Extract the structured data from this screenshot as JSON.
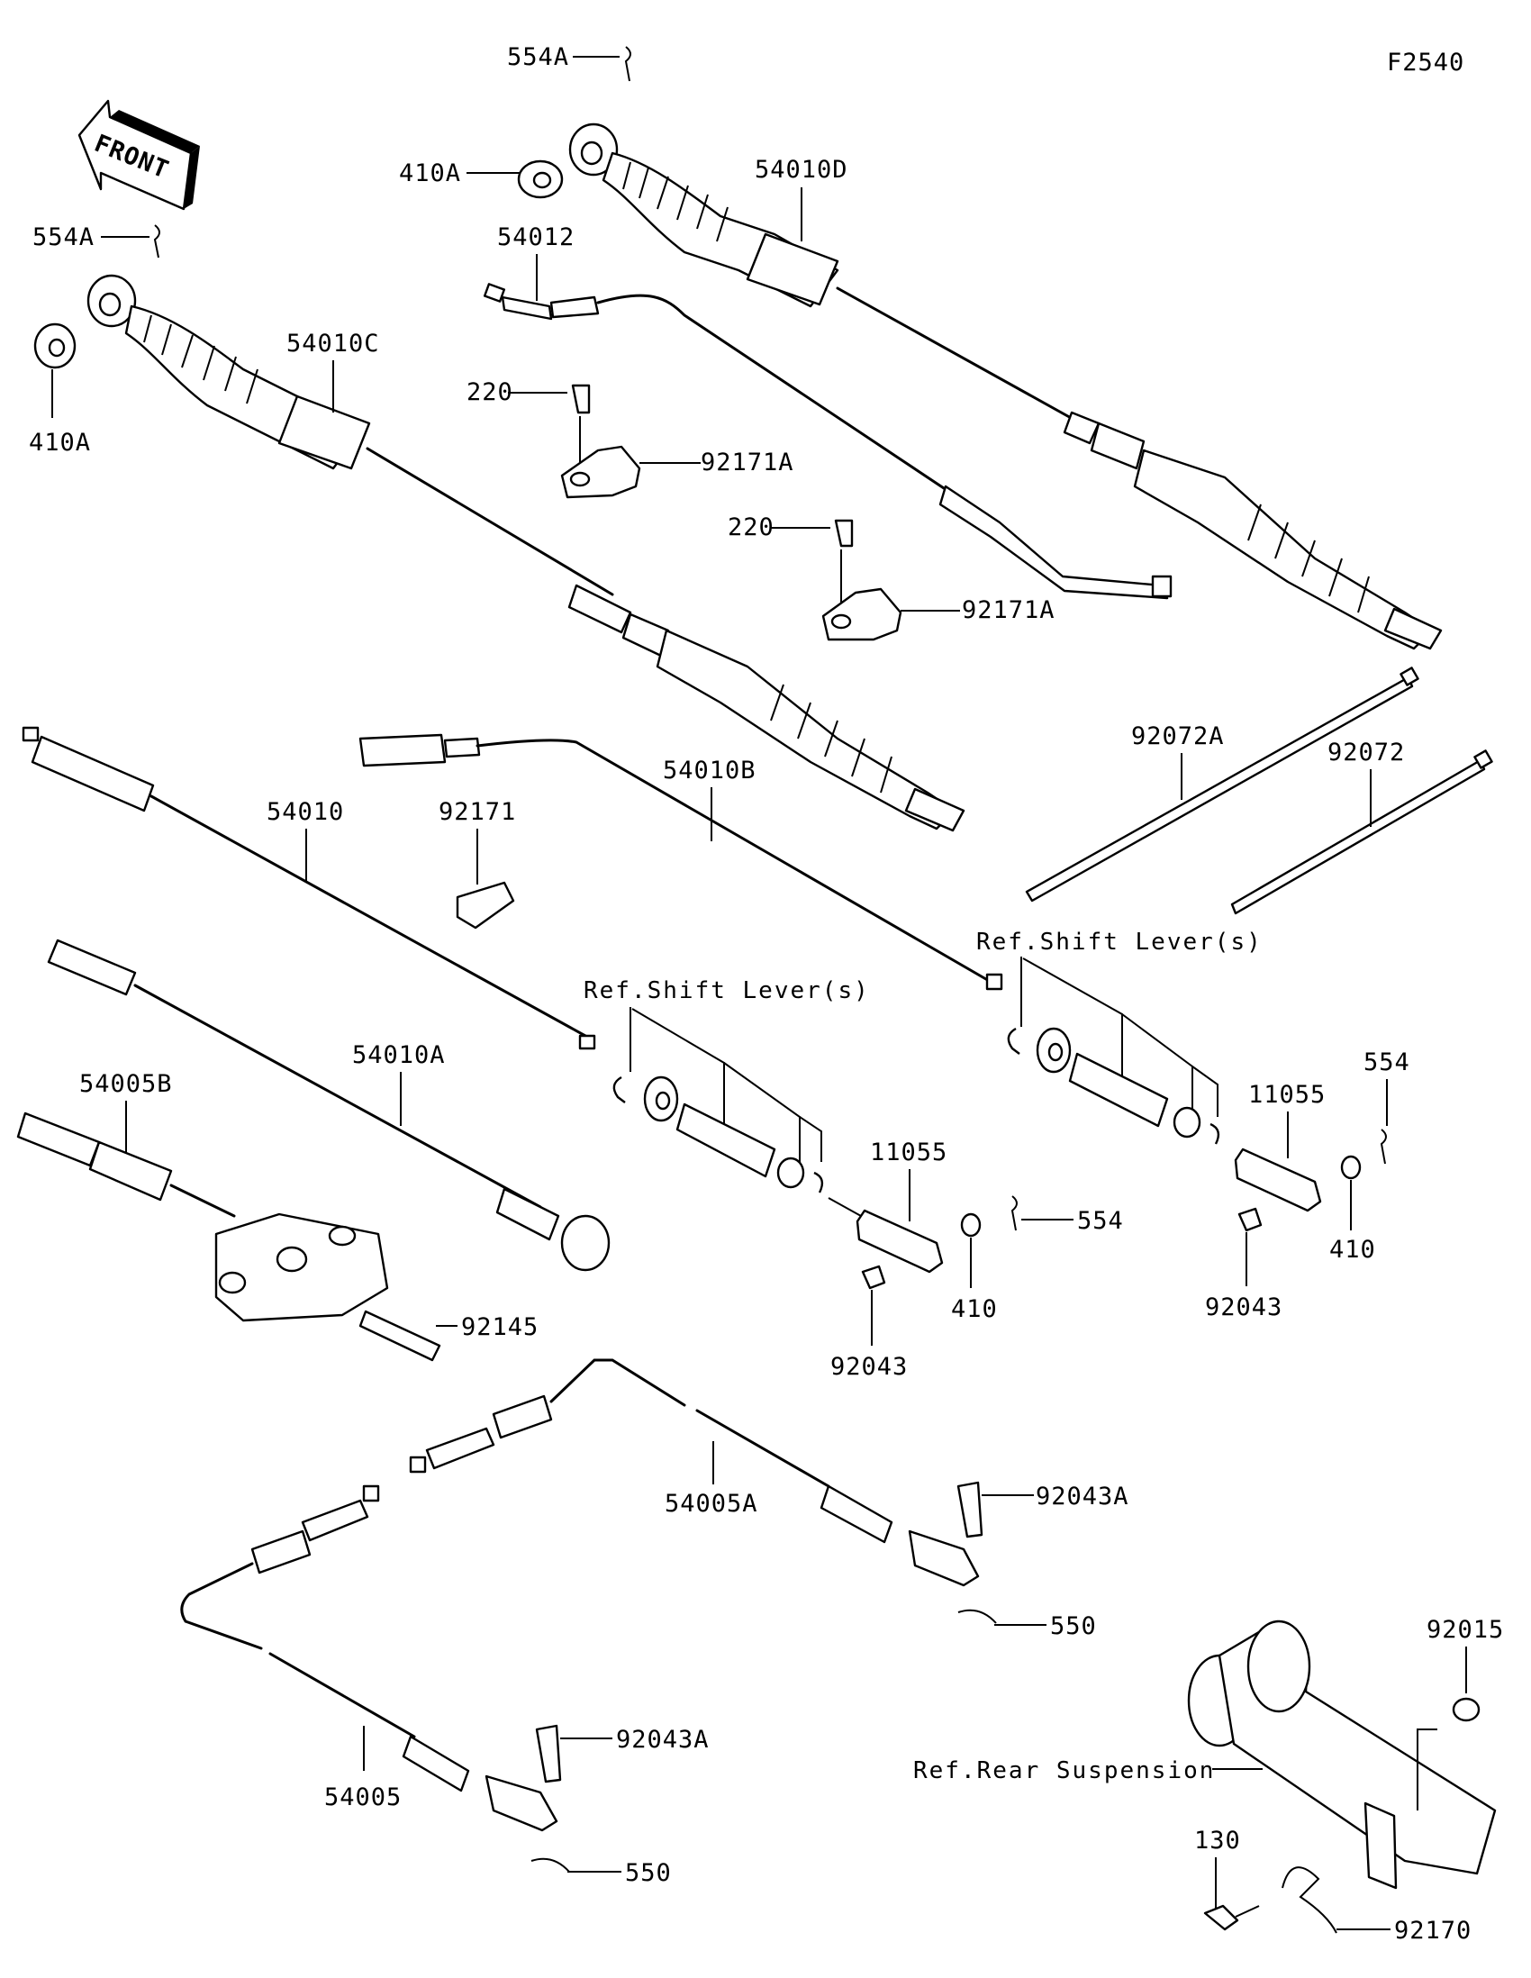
{
  "diagram_code": "F2540",
  "front_label": "FRONT",
  "labels": {
    "l554A_top": "554A",
    "l554A_left": "554A",
    "l410A_top": "410A",
    "l410A_left": "410A",
    "l54010D": "54010D",
    "l54012": "54012",
    "l54010C": "54010C",
    "l220_a": "220",
    "l92171A_a": "92171A",
    "l220_b": "220",
    "l92171A_b": "92171A",
    "l92072A": "92072A",
    "l92072": "92072",
    "l54010B": "54010B",
    "l54010": "54010",
    "l92171": "92171",
    "l_ref_shift_1": "Ref.Shift Lever(s)",
    "l_ref_shift_2": "Ref.Shift Lever(s)",
    "l54010A": "54010A",
    "l54005B": "54005B",
    "l11055_a": "11055",
    "l11055_b": "11055",
    "l554_a": "554",
    "l554_b": "554",
    "l410_a": "410",
    "l410_b": "410",
    "l92043_a": "92043",
    "l92043_b": "92043",
    "l92145": "92145",
    "l54005A": "54005A",
    "l92043A_a": "92043A",
    "l92043A_b": "92043A",
    "l550_a": "550",
    "l550_b": "550",
    "l92015": "92015",
    "l_ref_rear": "Ref.Rear Suspension",
    "l54005": "54005",
    "l130": "130",
    "l92170": "92170"
  },
  "icons": {
    "front_arrow": "front-arrow-icon",
    "cable": "control-cable-icon",
    "clip": "cotter-pin-icon",
    "washer": "washer-icon",
    "spring": "spring-icon",
    "bracket": "bracket-icon",
    "tie": "cable-tie-icon"
  }
}
